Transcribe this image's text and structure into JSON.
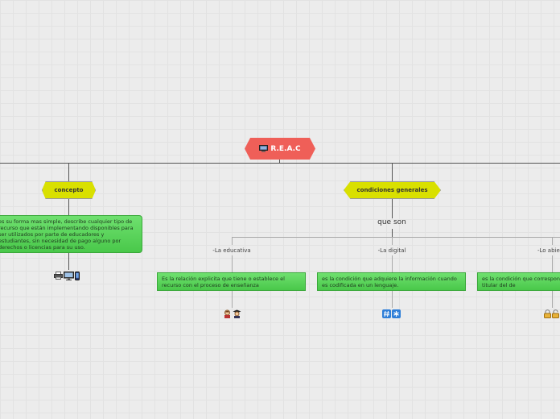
{
  "root": {
    "icon": "computer-icon",
    "label": "R.E.A.C"
  },
  "concepto": {
    "label": "concepto",
    "description": "es su forma mas simple, describe cualquier tipo de recurso que están implementando disponibles para ser utilizados  por parte de educadores y estudiantes, sin necesidad de pago alguno por derechos o licencias para su uso.",
    "icons": [
      "printer-icon",
      "desktop-computer-icon",
      "mobile-phone-icon"
    ]
  },
  "condiciones": {
    "label": "condiciones generales",
    "connector": "que son",
    "items": [
      {
        "label": "-La educativa",
        "description": "Es la relación explicita que tiene o establece el recurso con el proceso de enseñanza",
        "icons": [
          "teacher-icon",
          "student-icon"
        ]
      },
      {
        "label": "-La digital",
        "description": "es la condición que adquiere la información cuando es codificada en un lenguaje.",
        "icons": [
          "hash-icon",
          "asterisk-icon"
        ]
      },
      {
        "label": "-Lo abierto",
        "description": "es la condición que corresponde a que el autor o el titular del de",
        "icons": [
          "lock-icon",
          "unlock-icon"
        ]
      }
    ]
  }
}
